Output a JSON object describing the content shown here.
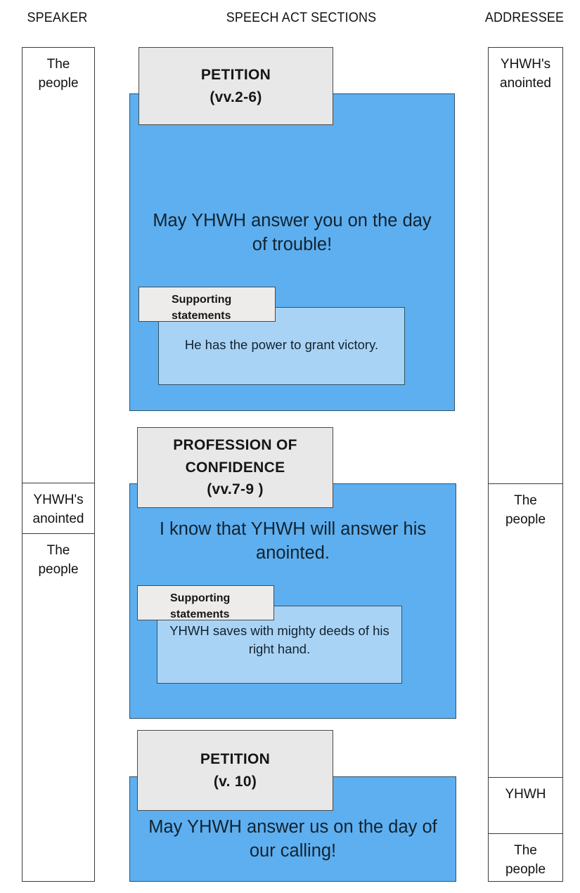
{
  "headings": {
    "speaker": "SPEAKER",
    "sections": "SPEECH ACT SECTIONS",
    "addressee": "ADDRESSEE"
  },
  "speaker_column": {
    "label": "SPEAKER",
    "cells": [
      {
        "text": "The\npeople"
      },
      {
        "text": "YHWH's\nanointed"
      },
      {
        "text": "The\npeople"
      }
    ]
  },
  "addressee_column": {
    "label": "ADDRESSEE",
    "cells": [
      {
        "text": "YHWH's\nanointed"
      },
      {
        "text": "The\npeople"
      },
      {
        "text": "YHWH"
      },
      {
        "text": "The\npeople"
      }
    ]
  },
  "sections": [
    {
      "tab_title": "PETITION",
      "tab_verse": "(vv.2-6)",
      "main_text": "May YHWH answer you on the day of trouble!",
      "support_tab": "Supporting\nstatements",
      "support_text": "He has the power to grant victory."
    },
    {
      "tab_title": "PROFESSION OF\nCONFIDENCE",
      "tab_verse": "(vv.7-9 )",
      "main_text": "I know that YHWH will answer his anointed.",
      "support_tab": "Supporting\nstatements",
      "support_text": "YHWH saves with mighty deeds of his right hand."
    },
    {
      "tab_title": "PETITION",
      "tab_verse": "(v. 10)",
      "main_text": "May YHWH answer us on the day of our calling!",
      "support_tab": null,
      "support_text": null
    }
  ],
  "colors": {
    "section_fill": "#5EAFF0",
    "support_fill": "#A9D3F5",
    "tab_fill": "#E8E8E8",
    "border": "#2f5266",
    "text": "#12232e"
  }
}
